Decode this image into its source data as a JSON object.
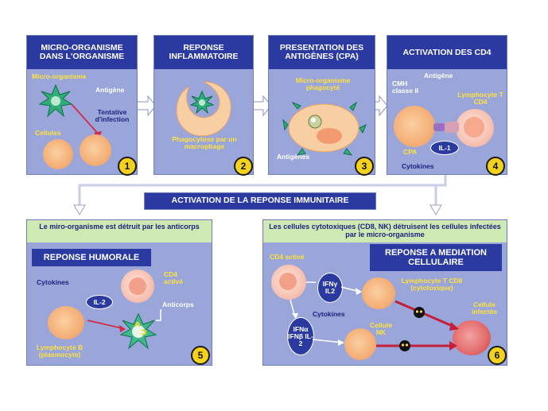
{
  "panel1": {
    "title": "MICRO-ORGANISME DANS L'ORGANISME",
    "microorganism": "Micro-organisme",
    "antigen": "Antigène",
    "infection_attempt": "Tentative d'infection",
    "cells": "Cellules",
    "number": "1"
  },
  "panel2": {
    "title": "REPONSE INFLAMMATOIRE",
    "caption": "Phagocytose par un macrophage",
    "number": "2"
  },
  "panel3": {
    "title": "PRESENTATION DES ANTIGÈNES (CPA)",
    "microorganism": "Micro-organisme phagocyté",
    "antigens": "Antigènes",
    "number": "3"
  },
  "panel4": {
    "title": "ACTIVATION DES CD4",
    "antigen": "Antigène",
    "cmh": "CMH classe II",
    "lymphocyte": "Lymphocyte T CD4",
    "cpa": "CPA",
    "il1": "IL-1",
    "cytokines": "Cytokines",
    "number": "4"
  },
  "center_banner": "ACTIVATION DE LA REPONSE IMMUNITAIRE",
  "panel5": {
    "band": "Le miro-organisme est détruit par les anticorps",
    "title": "REPONSE HUMORALE",
    "cd4": "CD4 activé",
    "cytokines": "Cytokines",
    "il2": "IL-2",
    "antibodies": "Anticorps",
    "lymphocyte_b": "Lymphocyte B (plasmocyte)",
    "number": "5"
  },
  "panel6": {
    "band": "Les cellules cytotoxiques (CD8, NK) détruisent les cellules infectées par le micro-organisme",
    "title": "REPONSE A MEDIATION CELLULAIRE",
    "cd4": "CD4 activé",
    "ifn_il2": "IFNγ IL2",
    "cytokines": "Cytokines",
    "ifn_group": "IFNα IFNβ IL-2",
    "lymphocyte_cd8": "Lymphocyte T CD8 (cytotoxique)",
    "nk": "Cellule NK",
    "infected": "Cellule infectée",
    "number": "6"
  },
  "colors": {
    "panel_bg": "#9aa6da",
    "header_bg": "#2a3aa0",
    "band_bg": "#cfe9b3",
    "badge": "#f4d21c"
  }
}
